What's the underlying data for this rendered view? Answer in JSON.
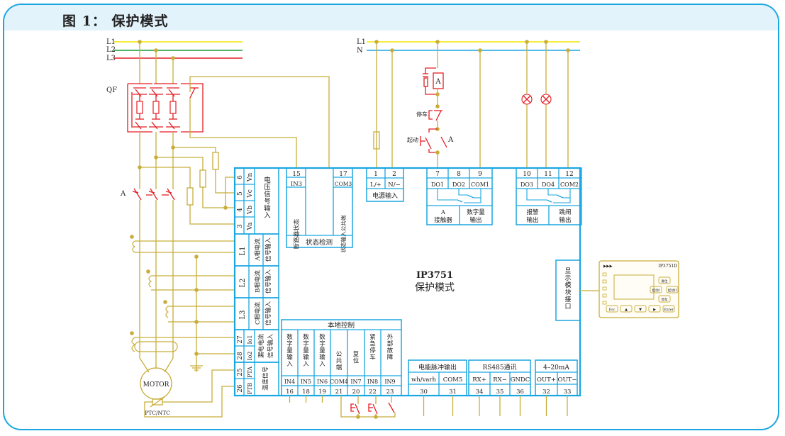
{
  "title": "图 1：  保护模式",
  "colors": {
    "frame": "#1aa6e0",
    "header_bg": "#e3f3fc",
    "wire": "#c8ad3a",
    "L1": "#f2e500",
    "L2": "#1a9a3a",
    "L3": "#e31e24",
    "N": "#1aa6e0",
    "device_border": "#1aa6e0",
    "switch": "#e31e24"
  },
  "device": {
    "model": "IP3751",
    "mode": "保护模式"
  },
  "bus_labels": {
    "left": [
      "L1",
      "L2",
      "L3"
    ],
    "right": [
      "L1",
      "N"
    ]
  },
  "components": {
    "breaker": "QF",
    "contactor": "A",
    "coil": "A",
    "stop_btn": "停车",
    "start_btn": "起动",
    "aux_contact": "A",
    "motor": "MOTOR",
    "thermistor": "PTC/NTC"
  },
  "voltage_block": {
    "terminals": [
      {
        "num": "6",
        "name": "Vn"
      },
      {
        "num": "5",
        "name": "Vc"
      },
      {
        "num": "4",
        "name": "Vb"
      },
      {
        "num": "3",
        "name": "Va"
      }
    ],
    "label": "电压信号输入"
  },
  "current_blocks": [
    {
      "num": "L1",
      "label1": "A相电流",
      "label2": "信号输入"
    },
    {
      "num": "L2",
      "label1": "B相电流",
      "label2": "信号输入"
    },
    {
      "num": "L3",
      "label1": "C相电流",
      "label2": "信号输入"
    }
  ],
  "leak_block": {
    "terminals": [
      {
        "num": "27",
        "name": "Io1"
      },
      {
        "num": "28",
        "name": "Io2"
      }
    ],
    "label1": "漏电电流",
    "label2": "信号输入"
  },
  "temp_block": {
    "terminals": [
      {
        "num": "25",
        "name": "PTA"
      },
      {
        "num": "26",
        "name": "PTB"
      }
    ],
    "label": "温度信号"
  },
  "status_block": {
    "title": "状态检测",
    "columns": [
      {
        "num": "15",
        "name": "IN3",
        "desc": "断路器状态"
      },
      {
        "num": "17",
        "name": "COM3",
        "desc": "状态输入公共端"
      }
    ]
  },
  "power_block": {
    "columns": [
      {
        "num": "1",
        "name": "L/+"
      },
      {
        "num": "2",
        "name": "N/−"
      }
    ],
    "title": "电源输入"
  },
  "do_block1": {
    "columns": [
      {
        "num": "7",
        "name": "DO1"
      },
      {
        "num": "8",
        "name": "DO2"
      },
      {
        "num": "9",
        "name": "COM1"
      }
    ],
    "desc1": [
      "A",
      "接触器"
    ],
    "desc2": [
      "数字量",
      "输出"
    ]
  },
  "do_block2": {
    "columns": [
      {
        "num": "10",
        "name": "DO3"
      },
      {
        "num": "11",
        "name": "DO4"
      },
      {
        "num": "12",
        "name": "COM2"
      }
    ],
    "desc1": [
      "报警",
      "输出"
    ],
    "desc2": [
      "跳闸",
      "输出"
    ]
  },
  "display_port": {
    "label": "显示模块接口",
    "panel_model": "IP3751D",
    "panel_logo": "▶▶▶",
    "panel_buttons": [
      "复位",
      "起动I",
      "起动II",
      "停车"
    ],
    "panel_keys": [
      "Esc",
      "▲",
      "▼",
      "▶",
      "Enter"
    ]
  },
  "local_control": {
    "title": "本地控制",
    "columns": [
      {
        "desc": "数字量输入",
        "name": "IN4",
        "num": "16"
      },
      {
        "desc": "数字量输入",
        "name": "IN5",
        "num": "18"
      },
      {
        "desc": "数字量输入",
        "name": "IN6",
        "num": "19"
      },
      {
        "desc": "公共端",
        "name": "COM4",
        "num": "21"
      },
      {
        "desc": "复位",
        "name": "IN7",
        "num": "20"
      },
      {
        "desc": "紧急停车",
        "name": "IN8",
        "num": "22"
      },
      {
        "desc": "外部故障",
        "name": "IN9",
        "num": "23"
      }
    ]
  },
  "pulse_block": {
    "title": "电能脉冲输出",
    "columns": [
      {
        "name": "wh/varh",
        "num": "30"
      },
      {
        "name": "COM5",
        "num": "31"
      }
    ]
  },
  "rs485_block": {
    "title": "RS485通讯",
    "columns": [
      {
        "name": "RX+",
        "num": "34"
      },
      {
        "name": "RX−",
        "num": "35"
      },
      {
        "name": "GNDC",
        "num": "36"
      }
    ]
  },
  "analog_block": {
    "title": "4–20mA",
    "columns": [
      {
        "name": "OUT+",
        "num": "32"
      },
      {
        "name": "OUT−",
        "num": "33"
      }
    ]
  }
}
